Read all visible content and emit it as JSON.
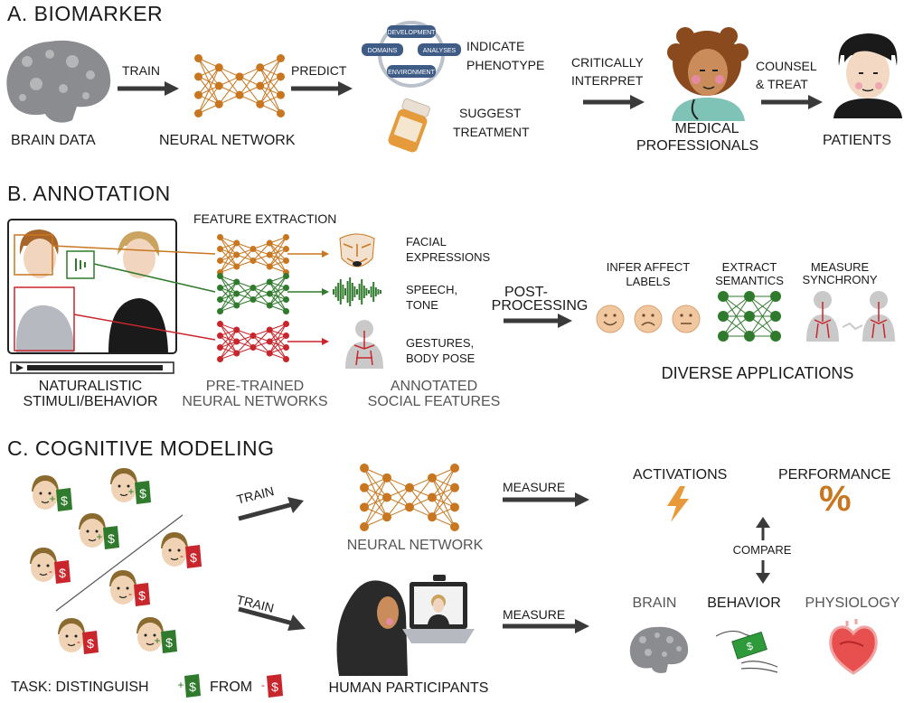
{
  "section_a": {
    "title": "A.  BIOMARKER",
    "brain_data": "BRAIN DATA",
    "train": "TRAIN",
    "neural_network": "NEURAL NETWORK",
    "predict": "PREDICT",
    "wheel": [
      "DEVELOPMENT",
      "DOMAINS",
      "ANALYSES",
      "ENVIRONMENT"
    ],
    "indicate": [
      "INDICATE",
      "PHENOTYPE"
    ],
    "suggest": [
      "SUGGEST",
      "TREATMENT"
    ],
    "critically": [
      "CRITICALLY",
      "INTERPRET"
    ],
    "medical": [
      "MEDICAL",
      "PROFESSIONALS"
    ],
    "counsel": [
      "COUNSEL",
      "& TREAT"
    ],
    "patients": "PATIENTS"
  },
  "section_b": {
    "title": "B.  ANNOTATION",
    "feature_extraction": "FEATURE  EXTRACTION",
    "naturalistic": [
      "NATURALISTIC",
      "STIMULI/BEHAVIOR"
    ],
    "pretrained": [
      "PRE-TRAINED",
      "NEURAL NETWORKS"
    ],
    "annotated": [
      "ANNOTATED",
      "SOCIAL FEATURES"
    ],
    "facial": [
      "FACIAL",
      "EXPRESSIONS"
    ],
    "speech": [
      "SPEECH,",
      "TONE"
    ],
    "gestures": [
      "GESTURES,",
      "BODY POSE"
    ],
    "post": [
      "POST-",
      "PROCESSING"
    ],
    "infer": [
      "INFER AFFECT",
      "LABELS"
    ],
    "extract": [
      "EXTRACT",
      "SEMANTICS"
    ],
    "measure_sync": [
      "MEASURE",
      "SYNCHRONY"
    ],
    "diverse": "DIVERSE APPLICATIONS"
  },
  "section_c": {
    "title": "C.  COGNITIVE MODELING",
    "train_top": "TRAIN",
    "train_bottom": "TRAIN",
    "neural_network": "NEURAL NETWORK",
    "human_participants": "HUMAN PARTICIPANTS",
    "measure_top": "MEASURE",
    "measure_bottom": "MEASURE",
    "activations": "ACTIVATIONS",
    "performance": "PERFORMANCE",
    "percent": "%",
    "compare": "COMPARE",
    "brain": "BRAIN",
    "behavior": "BEHAVIOR",
    "physiology": "PHYSIOLOGY",
    "task_1": "TASK: DISTINGUISH",
    "task_2": "FROM"
  },
  "colors": {
    "orange": "#c8761f",
    "green": "#2f7a2c",
    "red": "#c8262c",
    "arrow": "#3a3a3a"
  }
}
